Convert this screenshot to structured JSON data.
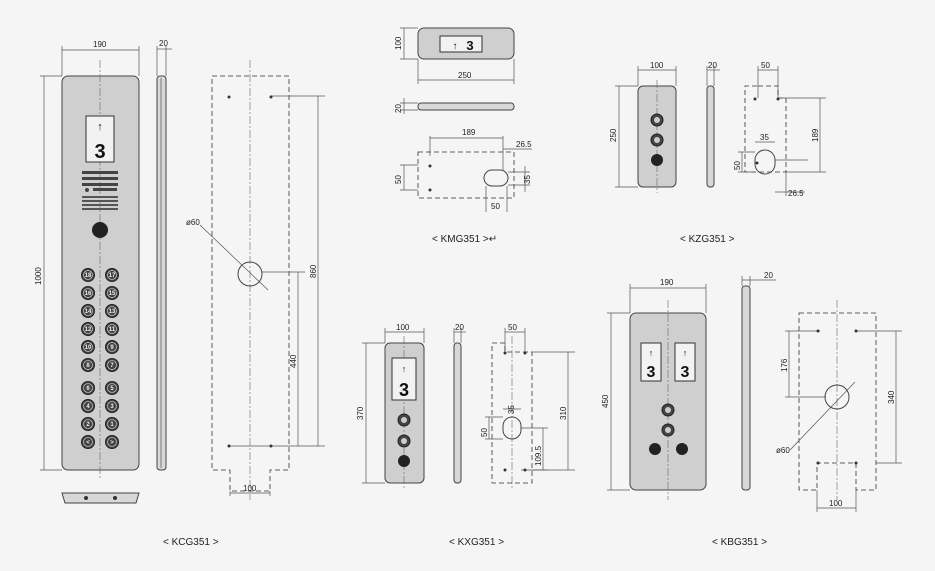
{
  "kcg": {
    "caption": "< KCG351 >",
    "dim_width": "190",
    "dim_depth": "20",
    "dim_height": "1000",
    "dim_hole": "ø60",
    "dim_860": "860",
    "dim_440": "440",
    "dim_100": "100",
    "display_floor": "3",
    "button_labels": [
      "18",
      "17",
      "16",
      "15",
      "14",
      "13",
      "12",
      "11",
      "10",
      "9",
      "8",
      "7",
      "6",
      "5",
      "4",
      "3",
      "2",
      "1",
      "<",
      ">"
    ]
  },
  "kmg": {
    "caption": "< KMG351 >↵",
    "dim_100": "100",
    "dim_250": "250",
    "dim_20": "20",
    "dim_189": "189",
    "dim_26_5": "26.5",
    "dim_50a": "50",
    "dim_35": "35",
    "dim_50b": "50",
    "display_floor": "3"
  },
  "kzg": {
    "caption": "< KZG351 >",
    "dim_100": "100",
    "dim_20": "20",
    "dim_250": "250",
    "dim_50top": "50",
    "dim_189": "189",
    "dim_35": "35",
    "dim_50": "50",
    "dim_26_5": "26.5"
  },
  "kxg": {
    "caption": "< KXG351 >",
    "dim_100": "100",
    "dim_20": "20",
    "dim_370": "370",
    "dim_50top": "50",
    "dim_310": "310",
    "dim_35": "35",
    "dim_50": "50",
    "dim_109_5": "109.5",
    "display_floor": "3"
  },
  "kbg": {
    "caption": "< KBG351 >",
    "dim_190": "190",
    "dim_20": "20",
    "dim_450": "450",
    "dim_176": "176",
    "dim_340": "340",
    "dim_hole": "ø60",
    "dim_100": "100",
    "display_floor_left": "3",
    "display_floor_right": "3"
  }
}
